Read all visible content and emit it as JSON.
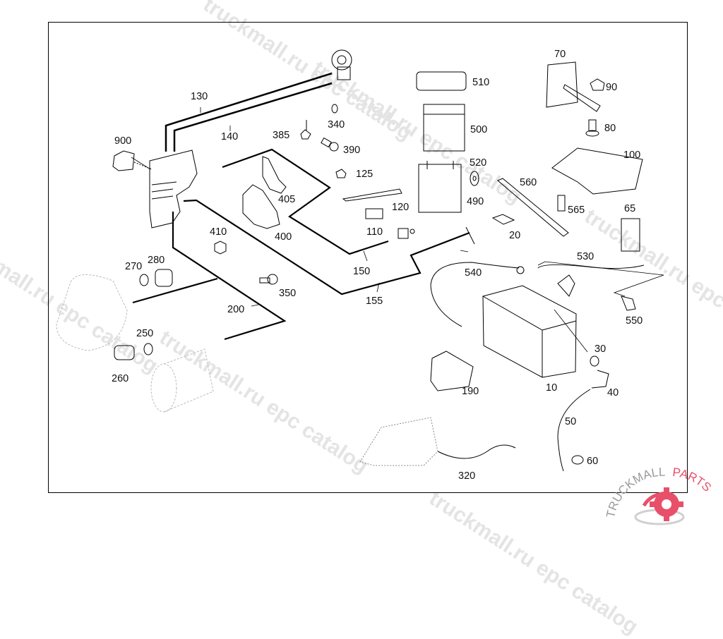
{
  "diagram": {
    "type": "exploded-parts-diagram",
    "subject": "Battery, battery tray and main cables",
    "watermark_text": "truckmall.ru epc catalog",
    "logo": {
      "text_left": "TRUCKMALL",
      "text_right": "PARTS",
      "accent_color": "#e8506a",
      "text_color": "#9a9a9a",
      "icon": "gear-logo-icon"
    },
    "part_labels": [
      {
        "id": "p130",
        "text": "130"
      },
      {
        "id": "p140",
        "text": "140"
      },
      {
        "id": "p900",
        "text": "900"
      },
      {
        "id": "p385",
        "text": "385"
      },
      {
        "id": "p340",
        "text": "340"
      },
      {
        "id": "p390",
        "text": "390"
      },
      {
        "id": "p510",
        "text": "510"
      },
      {
        "id": "p500",
        "text": "500"
      },
      {
        "id": "p70",
        "text": "70"
      },
      {
        "id": "p90",
        "text": "90"
      },
      {
        "id": "p80",
        "text": "80"
      },
      {
        "id": "p100",
        "text": "100"
      },
      {
        "id": "p125",
        "text": "125"
      },
      {
        "id": "p520",
        "text": "520"
      },
      {
        "id": "p405",
        "text": "405"
      },
      {
        "id": "p120",
        "text": "120"
      },
      {
        "id": "p490",
        "text": "490"
      },
      {
        "id": "p560",
        "text": "560"
      },
      {
        "id": "p565",
        "text": "565"
      },
      {
        "id": "p65",
        "text": "65"
      },
      {
        "id": "p400",
        "text": "400"
      },
      {
        "id": "p110",
        "text": "110"
      },
      {
        "id": "p20",
        "text": "20"
      },
      {
        "id": "p410",
        "text": "410"
      },
      {
        "id": "p150",
        "text": "150"
      },
      {
        "id": "p530",
        "text": "530"
      },
      {
        "id": "p270",
        "text": "270"
      },
      {
        "id": "p280",
        "text": "280"
      },
      {
        "id": "p540",
        "text": "540"
      },
      {
        "id": "p350",
        "text": "350"
      },
      {
        "id": "p155",
        "text": "155"
      },
      {
        "id": "p200",
        "text": "200"
      },
      {
        "id": "p550",
        "text": "550"
      },
      {
        "id": "p250",
        "text": "250"
      },
      {
        "id": "p30",
        "text": "30"
      },
      {
        "id": "p260",
        "text": "260"
      },
      {
        "id": "p190",
        "text": "190"
      },
      {
        "id": "p10",
        "text": "10"
      },
      {
        "id": "p40",
        "text": "40"
      },
      {
        "id": "p50",
        "text": "50"
      },
      {
        "id": "p60",
        "text": "60"
      },
      {
        "id": "p320",
        "text": "320"
      }
    ]
  }
}
